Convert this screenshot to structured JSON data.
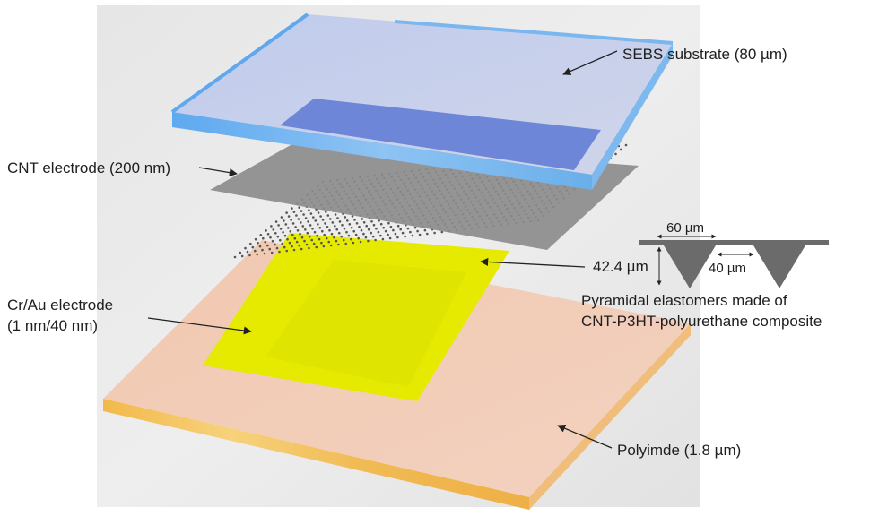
{
  "labels": {
    "sebs": "SEBS substrate (80 µm)",
    "cnt": "CNT electrode (200 nm)",
    "crau_line1": "Cr/Au electrode",
    "crau_line2": "(1 nm/40 nm)",
    "polyimide": "Polyimde (1.8 µm)",
    "height": "42.4 µm",
    "pyramid_line1": "Pyramidal elastomers made of",
    "pyramid_line2": "CNT-P3HT-polyurethane composite"
  },
  "inset": {
    "pitch": "60 µm",
    "gap": "40 µm"
  },
  "colors": {
    "sebs_top": "#c7cfe8",
    "sebs_edge": "#6fb0ec",
    "sebs_electrode": "#6d86d8",
    "cnt_film": "#8b8b8b",
    "crau": "#e8ec00",
    "polyimide_top": "#f2cbb5",
    "polyimide_edge": "#f0b44a",
    "pyramid": "#6e6e6e"
  }
}
